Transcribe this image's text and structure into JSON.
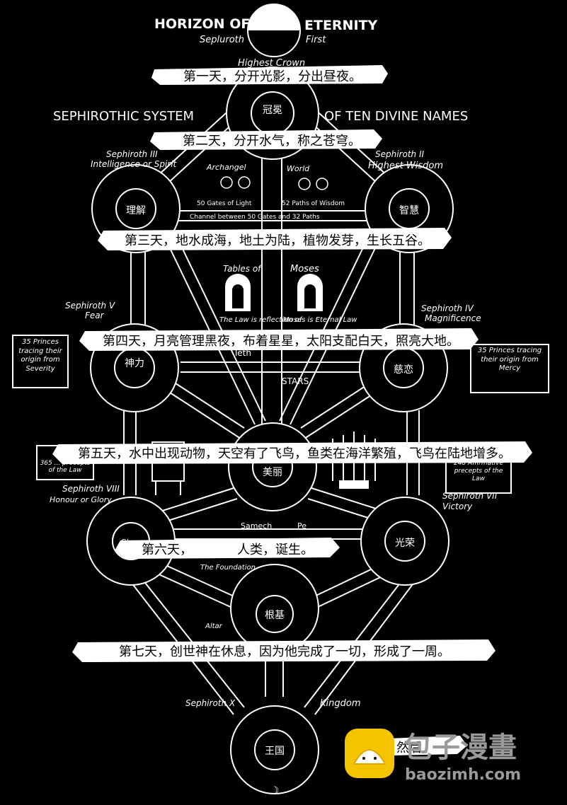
{
  "title": {
    "left": "HORIZON OF",
    "right": "ETERNITY",
    "sub_left": "Sepluroth",
    "sub_right": "First",
    "crown_label": "Highest Crown"
  },
  "system_title": {
    "left": "SEPHIROTHIC SYSTEM",
    "right": "OF TEN DIVINE NAMES"
  },
  "banners": [
    "第一天，分开光影，分出昼夜。",
    "第二天，分开水气，称之苍穹。",
    "第三天，地水成海，地土为陆，植物发芽，生长五谷。",
    "第四天，月亮管理黑夜，布着星星，太阳支配白天，照亮大地。",
    "第五天，水中出现动物，天空有了飞鸟，鱼类在海洋繁殖，飞鸟在陆地增多。",
    "第六天，",
    "人类，诞生。",
    "第七天，创世神在休息，因为他完成了一切，形成了一周。",
    "然后"
  ],
  "sephiroth": {
    "crown": {
      "name": "冠冕",
      "sub": "Highest Crown"
    },
    "understanding": {
      "name": "理解",
      "title": "Sephiroth III",
      "sub": "Intelligence or Spirit"
    },
    "wisdom": {
      "name": "智慧",
      "title": "Sephiroth II",
      "sub": "Highest Wisdom"
    },
    "severity": {
      "name": "神力",
      "title": "Sephiroth V",
      "sub": "Fear"
    },
    "mercy": {
      "name": "慈恋",
      "title": "Sephiroth IV",
      "sub": "Magnificence"
    },
    "beauty": {
      "name": "美丽"
    },
    "glory": {
      "name": "Glory",
      "title": "Sephiroth VIII",
      "sub": "Honour or Glory"
    },
    "victory": {
      "name": "光荣",
      "title": "Sephiroth VII",
      "sub": "Victory"
    },
    "foundation": {
      "name": "根基"
    },
    "kingdom": {
      "name": "王国",
      "title": "Sephiroth X",
      "sub": "Kingdom"
    }
  },
  "side_boxes": {
    "left": "35 Princes tracing their origin from Severity",
    "right": "35 Princes tracing their origin from Mercy",
    "left_lower": "365 ... precepts of the Law",
    "right_lower": "248 Affirmative precepts of the Law"
  },
  "annotations": {
    "tables": "Tables of",
    "moses": "Moses",
    "law_left": "The Law is reflection of",
    "law_right": "Moses is Eternal Law",
    "archangel": "Archangel",
    "world": "World",
    "gates_left": "50 Gates of Light",
    "gates_right": "52 Paths of Wisdom",
    "channel_line": "Channel between 50 Gates and 32 Paths",
    "teth": "Teth",
    "stars": "STARS",
    "samech": "Samech",
    "pe": "Pe",
    "foundation_note": "The Foundation",
    "altar": "Altar",
    "kingdom_label": "Kingdom"
  },
  "watermark": {
    "main": "包子漫畫",
    "url": "baozimh.com"
  },
  "colors": {
    "background": "#000000",
    "ink": "#ffffff",
    "banner": "#ffffff",
    "watermark_yellow": "#f5c400",
    "watermark_gray": "#9a9a9a"
  }
}
